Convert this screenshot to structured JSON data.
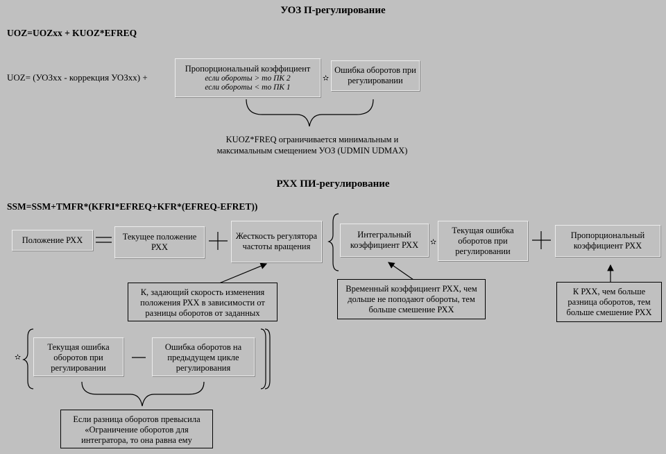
{
  "uoz": {
    "title": "УОЗ П-регулирование",
    "formula": "UOZ=UOZxx + KUOZ*EFREQ",
    "expr_prefix": "UOZ= (УОЗхх  - коррекция УОЗхх)  +",
    "prop_coef": {
      "title": "Пропорциональный коэффициент",
      "line1": "если обороты > то ПК 2",
      "line2": "если обороты < то ПК 1"
    },
    "star": "✫",
    "rpm_error": "Ошибка оборотов при регулировании",
    "limit_note_line1": "KUOZ*FREQ ограничивается минимальным и",
    "limit_note_line2": "максимальным смещением УОЗ (UDMIN UDMAX)"
  },
  "rxx": {
    "title": "РХХ ПИ-регулирование",
    "formula": "SSM=SSM+TMFR*(KFRI*EFREQ+KFR*(EFREQ-EFRET))",
    "position": "Положение РХХ",
    "current_position": "Текущее положение РХХ",
    "stiffness": "Жесткость регулятора частоты вращения",
    "integral_coef": "Интегральный коэффициент РХХ",
    "star": "✫",
    "current_error": "Текущая ошибка оборотов при регулировании",
    "prop_coef": "Пропорциональный коэффициент РХХ",
    "k_note": "К, задающий скорость изменения положения РХХ в зависимости от разницы оборотов от заданных",
    "time_note": "Временный коэффициент РХХ, чем дольше не поподают обороты, тем больше смешение РХХ",
    "kp_note": "К РХХ, чем больше разница оборотов, тем больше смешение РХХ",
    "bottom_current_error": "Текущая ошибка оборотов при регулировании",
    "prev_error": "Ошибка оборотов на предыдущем цикле регулирования",
    "limit_note": "Если разница оборотов превысила «Ограничение оборотов для интегратора, то она равна ему"
  }
}
